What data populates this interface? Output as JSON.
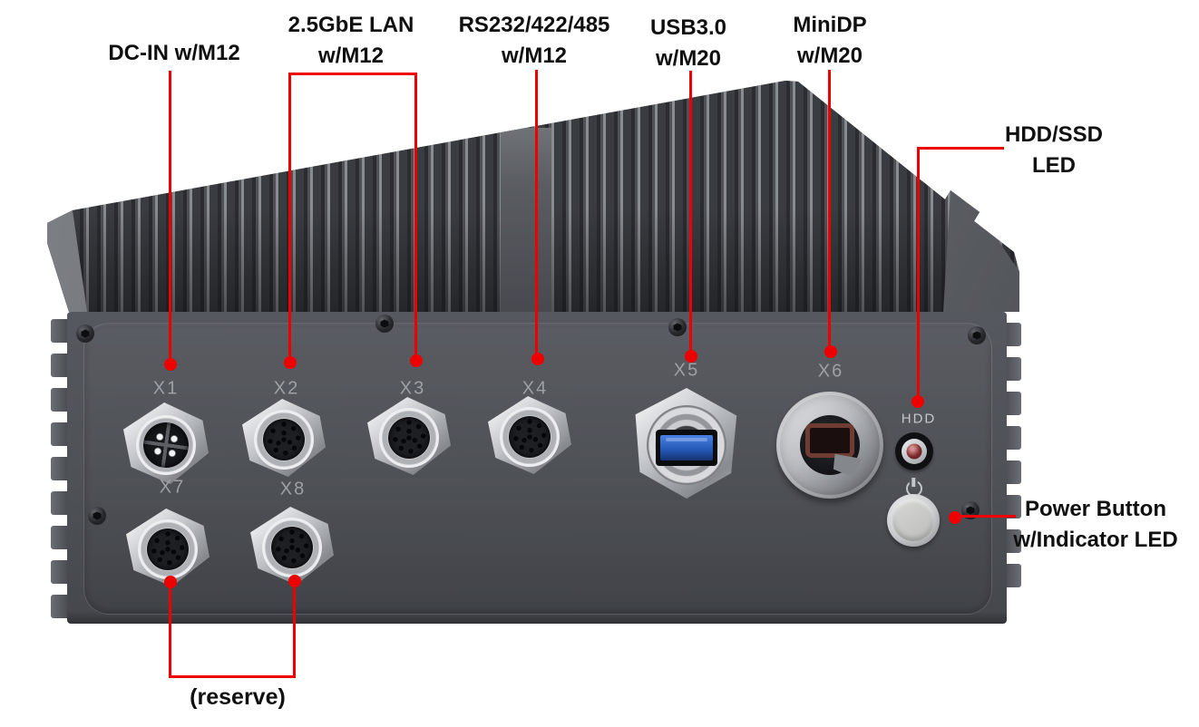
{
  "colors": {
    "callout_red": "#ee0000",
    "panel": "#4f5257",
    "heatsink": "#3a3c40",
    "port_label": "#9da0a5",
    "usb_blue": "#2b62c9",
    "led_red": "#7c2a2a"
  },
  "callouts": {
    "dc_in": {
      "label": "DC-IN w/M12"
    },
    "lan": {
      "line1": "2.5GbE LAN",
      "line2": "w/M12"
    },
    "rs232": {
      "line1": "RS232/422/485",
      "line2": "w/M12"
    },
    "usb": {
      "line1": "USB3.0",
      "line2": "w/M20"
    },
    "minidp": {
      "line1": "MiniDP",
      "line2": "w/M20"
    },
    "hdd_led": {
      "line1": "HDD/SSD",
      "line2": "LED"
    },
    "power": {
      "line1": "Power Button",
      "line2": "w/Indicator LED"
    },
    "reserve": {
      "label": "(reserve)"
    }
  },
  "ports": {
    "x1": "X1",
    "x2": "X2",
    "x3": "X3",
    "x4": "X4",
    "x5": "X5",
    "x6": "X6",
    "x7": "X7",
    "x8": "X8",
    "hdd_indicator": "HDD"
  }
}
